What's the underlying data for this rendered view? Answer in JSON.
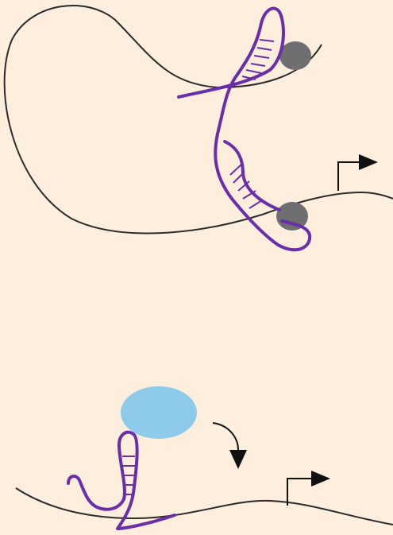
{
  "colors": {
    "background": "#fdeede",
    "dna_strand": "#2b2b2b",
    "rna_strand": "#6a2ea8",
    "bound_protein": "#6f6f72",
    "free_protein": "#8ecbea",
    "arrow": "#111111"
  },
  "icons": {
    "promoter_arrow_top": "right-pointing-bent-arrow",
    "promoter_arrow_bottom": "right-pointing-bent-arrow",
    "binding_arrow": "curved-down-arrow"
  }
}
